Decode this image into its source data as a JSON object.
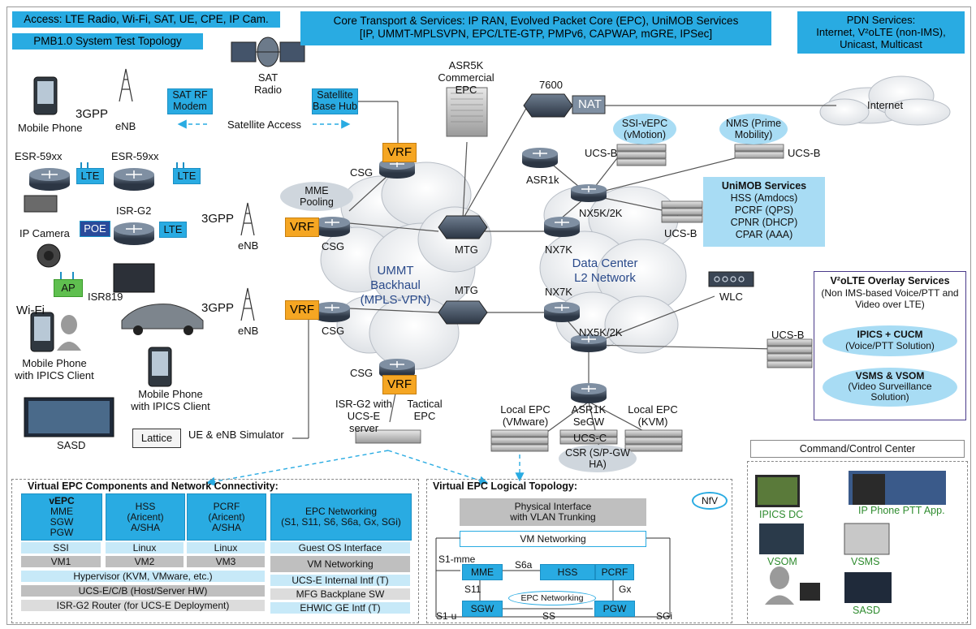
{
  "banners": {
    "access": "Access: LTE Radio, Wi-Fi, SAT, UE, CPE, IP Cam.",
    "pmb": "PMB1.0 System Test Topology",
    "core_line1": "Core Transport & Services: IP RAN, Evolved Packet Core (EPC), UniMOB Services",
    "core_line2": "[IP, UMMT-MPLSVPN, EPC/LTE-GTP, PMPv6, CAPWAP, mGRE, IPSec]",
    "pdn_line1": "PDN Services:",
    "pdn_line2": "Internet, V²oLTE (non-IMS),",
    "pdn_line3": "Unicast, Multicast"
  },
  "access": {
    "mobile_phone": "Mobile Phone",
    "threegpp": "3GPP",
    "enb": "eNB",
    "sat_rf_modem": "SAT RF Modem",
    "sat_radio": "SAT Radio",
    "satellite_base_hub": "Satellite Base Hub",
    "satellite_access": "Satellite Access",
    "esr1": "ESR-59xx",
    "esr2": "ESR-59xx",
    "lte": "LTE",
    "isr_g2": "ISR-G2",
    "ip_camera": "IP Camera",
    "poe": "POE",
    "ap": "AP",
    "isr819": "ISR819",
    "wifi": "Wi-Fi",
    "mobile_phone_ipics": "Mobile Phone with IPICS Client",
    "sasd": "SASD",
    "lattice": "Lattice",
    "ue_enb_sim": "UE & eNB Simulator"
  },
  "core": {
    "asr5k": "ASR5K Commercial EPC",
    "vrf": "VRF",
    "csg": "CSG",
    "mme_pooling": "MME Pooling",
    "ummt_backhaul": "UMMT Backhaul (MPLS-VPN)",
    "mtg": "MTG",
    "nx7k": "NX7K",
    "r7600": "7600",
    "nat": "NAT",
    "asr1k": "ASR1k",
    "nx5k2k": "NX5K/2K",
    "data_center": "Data Center L2 Network",
    "ssi_vepc": "SSI-vEPC (vMotion)",
    "nms": "NMS (Prime Mobility)",
    "ucs_b": "UCS-B",
    "wlc": "WLC",
    "isr_g2_ucse": "ISR-G2 with UCS-E server",
    "tactical_epc": "Tactical EPC",
    "local_epc_vmware": "Local EPC (VMware)",
    "asr1k_segw": "ASR1K SeGW",
    "local_epc_kvm": "Local EPC (KVM)",
    "ucs_c": "UCS-C",
    "csr": "CSR (S/P-GW HA)"
  },
  "pdn": {
    "internet": "Internet"
  },
  "unimob": {
    "title": "UniMOB Services",
    "items": [
      "HSS (Amdocs)",
      "PCRF (QPS)",
      "CPNR (DHCP)",
      "CPAR (AAA)"
    ]
  },
  "v2olte": {
    "title": "V²oLTE Overlay Services",
    "subtitle": "(Non IMS-based Voice/PTT and Video over LTE)",
    "ipics": "IPICS + CUCM",
    "ipics_sub": "(Voice/PTT Solution)",
    "vsms": "VSMS & VSOM",
    "vsms_sub": "(Video Surveillance Solution)"
  },
  "vepc_panel": {
    "title": "Virtual EPC Components and Network Connectivity:",
    "vepc": [
      "vEPC",
      "MME",
      "SGW",
      "PGW"
    ],
    "hss": [
      "HSS",
      "(Aricent)",
      "A/SHA"
    ],
    "pcrf": [
      "PCRF",
      "(Aricent)",
      "A/SHA"
    ],
    "epc_net": [
      "EPC Networking",
      "(S1, S11, S6, S6a, Gx, SGi)"
    ],
    "ssi": "SSI",
    "linux1": "Linux",
    "linux2": "Linux",
    "guest_os": "Guest OS Interface",
    "vm1": "VM1",
    "vm2": "VM2",
    "vm3": "VM3",
    "vm_networking": "VM Networking",
    "hypervisor": "Hypervisor (KVM, VMware, etc.)",
    "ucse_internal": "UCS-E Internal Intf (T)",
    "ucse_host": "UCS-E/C/B (Host/Server HW)",
    "mfg_backplane": "MFG Backplane SW",
    "isr_router": "ISR-G2 Router (for UCS-E Deployment)",
    "ehwic": "EHWIC GE Intf (T)"
  },
  "logical": {
    "title": "Virtual EPC Logical Topology:",
    "nfv": "NfV",
    "phys": [
      "Physical Interface",
      "with VLAN Trunking"
    ],
    "vm_net": "VM Networking",
    "mme": "MME",
    "hss": "HSS",
    "pcrf": "PCRF",
    "sgw": "SGW",
    "pgw": "PGW",
    "s1mme": "S1-mme",
    "s6a": "S6a",
    "s11": "S11",
    "gx": "Gx",
    "s1u": "S1-u",
    "ss": "SS",
    "sgi": "SGi",
    "epc_networking": "EPC Networking"
  },
  "command": {
    "title": "Command/Control Center",
    "ipics_dc": "IPICS DC",
    "ip_phone": "IP Phone PTT App.",
    "vsom": "VSOM",
    "vsms": "VSMS",
    "sasd": "SASD"
  },
  "colors": {
    "accent_blue": "#29abe2",
    "vrf_orange": "#f5a623",
    "device_green_label": "#2e8b2e"
  }
}
